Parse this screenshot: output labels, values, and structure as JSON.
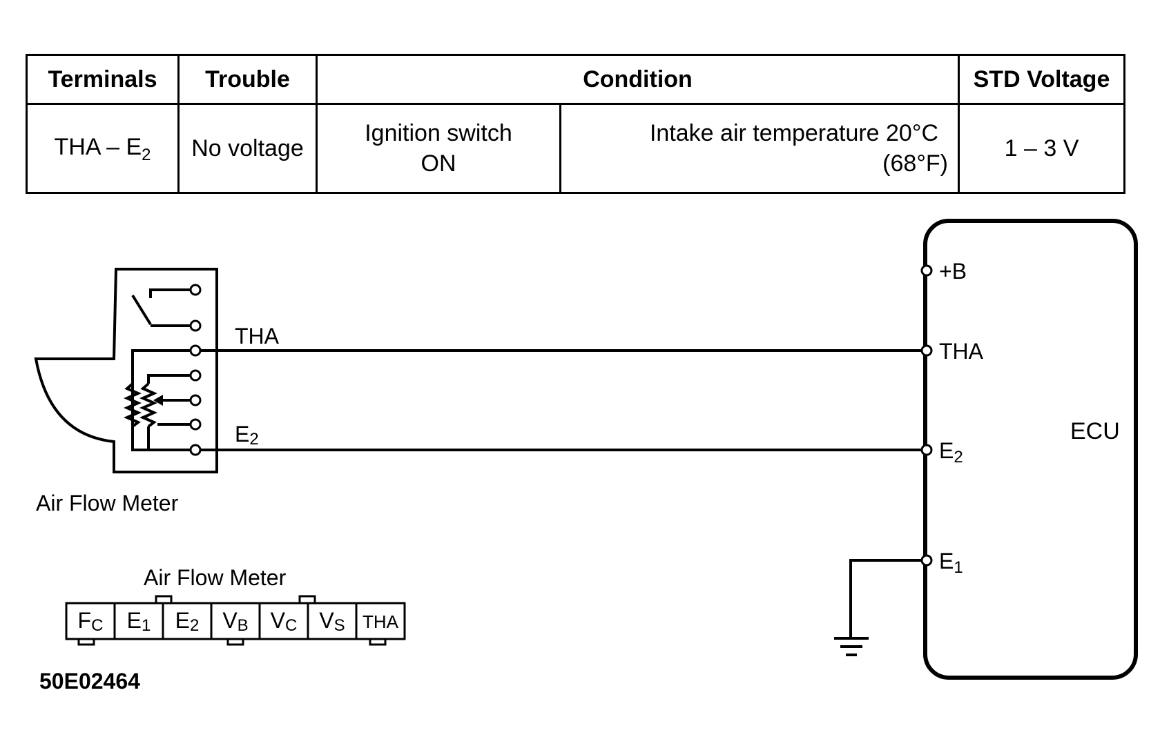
{
  "table": {
    "headers": {
      "terminals": "Terminals",
      "trouble": "Trouble",
      "condition": "Condition",
      "std_voltage": "STD Voltage"
    },
    "row": {
      "terminals": {
        "main": "THA – E",
        "sub": "2"
      },
      "trouble": "No voltage",
      "condition_switch": {
        "line1": "Ignition switch",
        "line2": "ON"
      },
      "condition_temp": {
        "line1": "Intake air temperature 20°C",
        "line2": "(68°F)"
      },
      "std_voltage": "1 – 3 V"
    }
  },
  "diagram": {
    "sensor_label": "Air Flow Meter",
    "wire_tha_label": "THA",
    "wire_e2_label": {
      "main": "E",
      "sub": "2"
    },
    "ecu_label": "ECU",
    "ecu_pins": {
      "b": "+B",
      "tha": "THA",
      "e2": {
        "main": "E",
        "sub": "2"
      },
      "e1": {
        "main": "E",
        "sub": "1"
      }
    }
  },
  "connector": {
    "title": "Air Flow Meter",
    "pins": [
      {
        "main": "F",
        "sub": "C"
      },
      {
        "main": "E",
        "sub": "1"
      },
      {
        "main": "E",
        "sub": "2"
      },
      {
        "main": "V",
        "sub": "B"
      },
      {
        "main": "V",
        "sub": "C"
      },
      {
        "main": "V",
        "sub": "S"
      },
      {
        "main": "THA",
        "sub": ""
      }
    ]
  },
  "figure_code": "50E02464"
}
